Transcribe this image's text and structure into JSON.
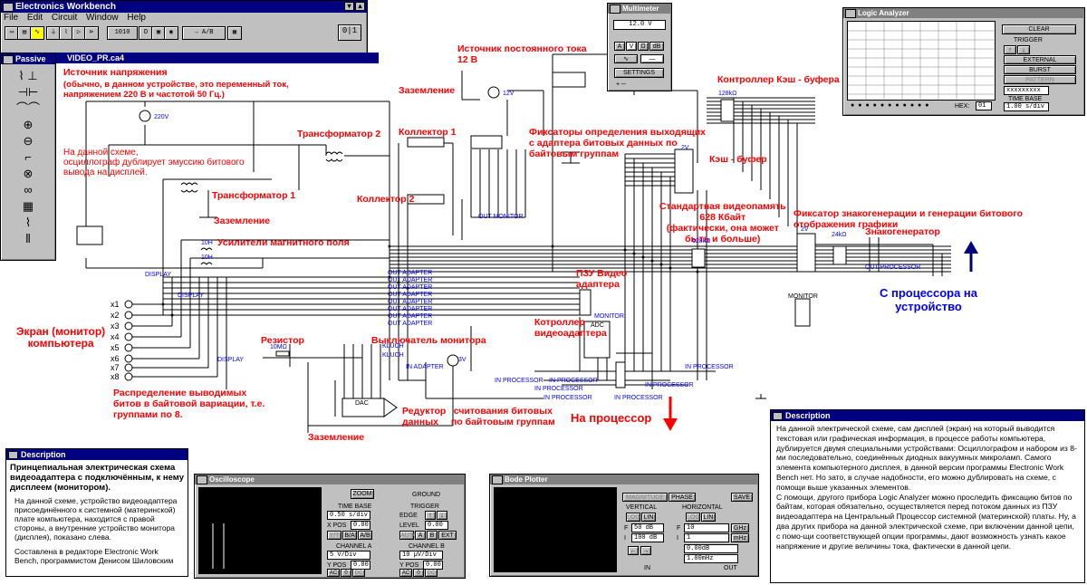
{
  "app": {
    "title": "Electronics Workbench",
    "menu": [
      "File",
      "Edit",
      "Circuit",
      "Window",
      "Help"
    ],
    "toolbar": {
      "counter": "1010",
      "ratio": "→ A/B",
      "power": "0|1"
    }
  },
  "parts_bin": {
    "title": "Passive"
  },
  "circuit_window": {
    "title": "VIDEO_PR.ca4"
  },
  "labels": {
    "voltage_source_title": "Источник напряжения",
    "voltage_source_desc": "(обычно, в данном устройстве, это переменный ток,\nнапряжением  220 В  и  частотой  50  Гц.)",
    "v220": "220V",
    "osc_note": "На  данной  схеме,\nосциллограф дублирует эмуссию битового\nвывода на дисплей.",
    "transformer2": "Трансформатор 2",
    "transformer1": "Трансформатор 1",
    "ground_top": "Заземление",
    "ground_mid": "Заземление",
    "ground_bottom": "Заземление",
    "collector1": "Коллектор 1",
    "collector2": "Коллектор 2",
    "dc_source": "Источник  постоянного тока\n12 В",
    "v12": "12V",
    "latches": "Фиксаторы  определения выходящих\nс  адаптера  битовых данных  по\nбайтовым         группам",
    "cache_controller": "Контроллер  Кэш - буфера",
    "r128k": "128kΩ",
    "cache_buffer": "Кэш - буфер",
    "video_memory": "Стандартная видеопамять\n628 Кбайт\n(фактически, она может\nбыть и больше)",
    "r628k": "628kΩ",
    "char_gen_latch": "Фиксатор знакогенерации и генерации битового\nотображения графики",
    "char_gen": "Знакогенератор",
    "r24k": "24kΩ",
    "mag_amps": "Усилители магнитного поля",
    "rom_adapter": "ПЗУ Видео\nадаптера",
    "video_controller": "Котроллер\nвидеоадаптера",
    "monitor_switch": "Выключатель монитора",
    "resistor": "Резистор",
    "r10m": "10MΩ",
    "screen": "Экран  (монитор)\nкомпьютера",
    "distribution": "Распределение  выводимых\nбитов в байтовой вариации, т.е.\nгруппами по 8.",
    "reducer": "Редуктор\nданных",
    "byte_read": "считования битовых\nпо  байтовым группам",
    "to_processor": "На процессор",
    "from_processor": "С процессора на\nустройство",
    "monitor": "MONITOR",
    "dac": "DAC",
    "adc": "ADC",
    "v3": "3V",
    "h10a": "10H",
    "h10b": "10H",
    "v2a": "2V",
    "v2b": "2V",
    "out_monitor": "OUT MONITOR",
    "out_processor": "OUT PROCESSOR",
    "in_adapter": "IN ADAPTER",
    "klych1": "KLUCH",
    "klych2": "KLUCH",
    "monitor_tag": "MONITOR",
    "display_tags": [
      "DISPLAY",
      "DISPLAY",
      "DISPLAY"
    ],
    "out_adapter_tags": [
      "OUT ADAPTER",
      "OUT ADAPTER",
      "OUT ADAPTER",
      "OUT ADAPTER",
      "OUT ADAPTER",
      "OUT ADAPTER",
      "OUT ADAPTER",
      "OUT ADAPTER"
    ],
    "in_processor_tags": [
      "IN PROCESSOR",
      "IN PROCESSOR",
      "IN PROCESSOR",
      "IN PROCESSOR",
      "IN PROCESSOR",
      "IN PROCESSOR",
      "IN PROCESSOR"
    ],
    "x_inputs": [
      "x1",
      "x2",
      "x3",
      "x4",
      "x5",
      "x6",
      "x7",
      "x8"
    ]
  },
  "multimeter": {
    "title": "Multimeter",
    "value": "12.0 V",
    "modes": [
      "A",
      "V",
      "Ω",
      "dB"
    ],
    "settings": "SETTINGS"
  },
  "logic_analyzer": {
    "title": "Logic Analyzer",
    "clear": "CLEAR",
    "trigger": "TRIGGER",
    "external": "EXTERNAL",
    "burst": "BURST",
    "pattern": "PATTERN",
    "pattern_value": "xxxxxxxxx",
    "time_base": "TIME BASE",
    "time_value": "1.00 s/div",
    "hex_label": "HEX:",
    "hex_value": "01"
  },
  "oscilloscope": {
    "title": "Oscilloscope",
    "zoom": "ZOOM",
    "ground": "GROUND",
    "time_base": "TIME BASE",
    "time_value": "0.50 s/div",
    "xpos_label": "X POS",
    "xpos_value": "0.00",
    "trigger": "TRIGGER",
    "edge": "EDGE",
    "level": "LEVEL",
    "level_value": "0.00",
    "modes": [
      "Y/T",
      "B/A",
      "A/B"
    ],
    "trig_src": [
      "AUTO",
      "A",
      "B",
      "EXT"
    ],
    "channel_a": "CHANNEL A",
    "ch_a_value": "5 V/Div",
    "channel_b": "CHANNEL B",
    "ch_b_value": "10 µV/Div",
    "ypos_label": "Y POS",
    "ypos_a": "0.00",
    "ypos_b": "0.00",
    "coupling": [
      "AC",
      "0",
      "DC"
    ]
  },
  "bode": {
    "title": "Bode Plotter",
    "magnitude": "MAGNITUDE",
    "phase": "PHASE",
    "save": "SAVE",
    "vertical": "VERTICAL",
    "horizontal": "HORIZONTAL",
    "log": "LOG",
    "lin": "LIN",
    "f_label": "F",
    "i_label": "I",
    "v_f": "50 dB",
    "v_i": "100 dB",
    "h_f": "10",
    "h_i": "1",
    "h_f_unit": "GHz",
    "h_i_unit": "mHz",
    "readout1": "0.00dB",
    "readout2": "1.00mHz",
    "in": "IN",
    "out": "OUT"
  },
  "desc_left": {
    "title": "Description",
    "heading": "Принцепиальная электрическая схема видеоадаптера с подключённым, к нему дисплеем (монитором).",
    "body": "На данной схеме, устройство видеоадаптера присоединённого к системной (материнской) плате компьютера, находится с правой стороны, а внутренние устройство монитора (дисплея), показано слева.",
    "footer": "Составлена в редакторе Electronic Work Bench,  программистом Денисом Шиловским"
  },
  "desc_right": {
    "title": "Description",
    "body": "На данной электрической схеме, сам дисплей (экран) на который выводится текстовая или графическая информация, в процессе работы компьютера, дублируется двумя специальными устройствами: Осциллографом и набором из 8-ми последовательно, соединённых диодных вакуумных микроламп. Самого элемента компьютерного дисплея, в данной версии программы Electronic Work Bench нет. Но зато, в случае надобности, его можно дублировать на схеме, с помощи выше указанных элементов.\nС помощи, другого прибора Logic Analyzer можно проследить фиксацию битов по байтам, которая обязательно, осуществляется перед потоком данных из ПЗУ видеоадаптера на Центральный Процессор системной (материнской) платы. Ну, а два других прибора на данной электрической схеме, при включении данной цепи, с помо-щи соответствующей опции программы, дают возможность узнать какое напряжение и другие величины тока, фактически в данной цепи."
  }
}
